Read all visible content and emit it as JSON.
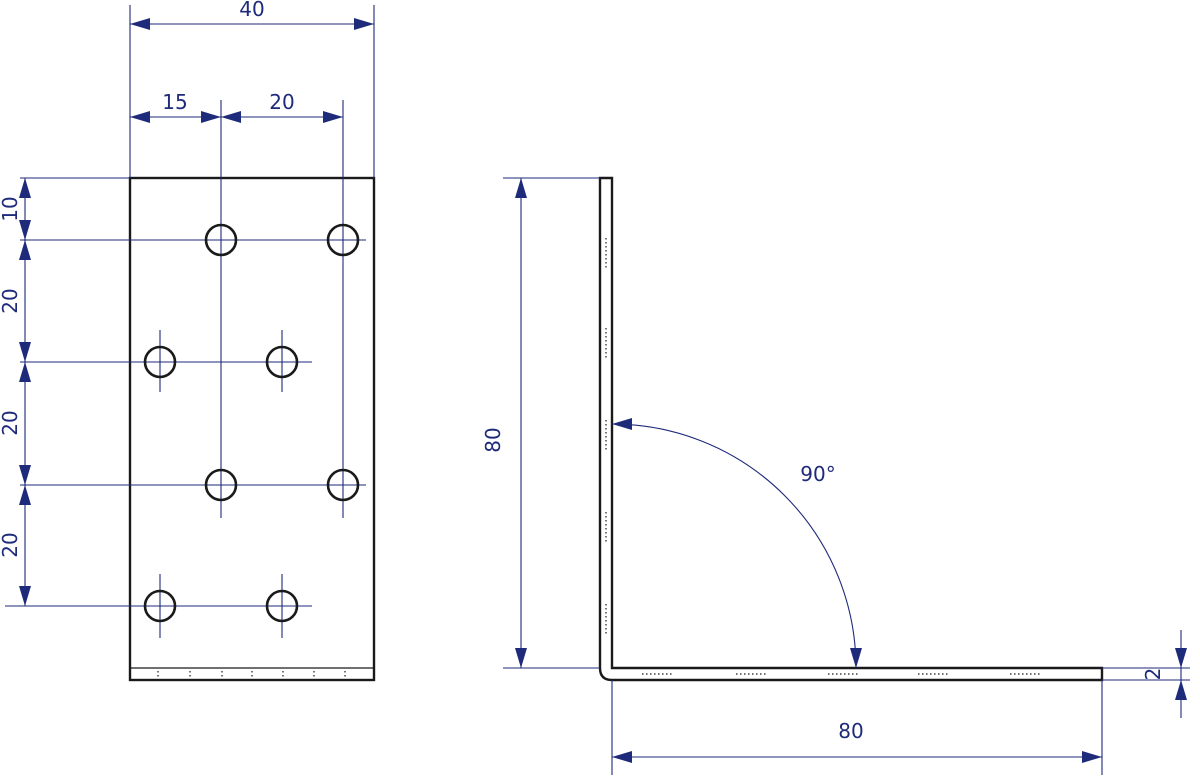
{
  "front_view": {
    "dim_width": "40",
    "dim_edge_to_col1": "15",
    "dim_col1_to_col2": "20",
    "dim_top_to_row1": "10",
    "dim_row1_to_row2": "20",
    "dim_row2_to_row3": "20",
    "dim_row3_to_row4": "20"
  },
  "side_view": {
    "dim_height": "80",
    "dim_length": "80",
    "dim_thickness": "2",
    "angle": "90°"
  },
  "colors": {
    "dimension": "#1e2a7a",
    "outline": "#1a1a1a"
  }
}
